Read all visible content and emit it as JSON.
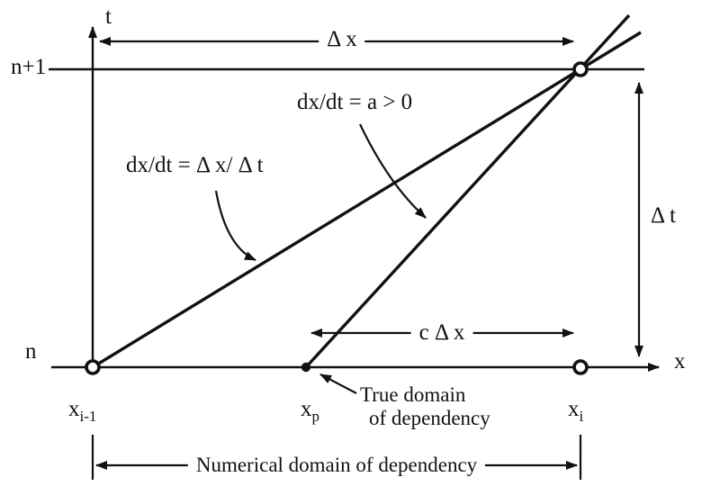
{
  "figure": {
    "axes": {
      "t_label": "t",
      "x_label": "x",
      "n_plus_1": "n+1",
      "n": "n"
    },
    "arrows": {
      "delta_x": "Δ x",
      "delta_t": "Δ t",
      "c_delta_x": "c Δ x"
    },
    "lines": {
      "true_characteristic": "dx/dt = a > 0",
      "numerical_characteristic": "dx/dt = Δ x/ Δ t"
    },
    "points": [
      {
        "base": "x",
        "sub": "i-1"
      },
      {
        "base": "x",
        "sub": "p"
      },
      {
        "base": "x",
        "sub": "i"
      }
    ],
    "notes": {
      "true_domain_line1": "True domain",
      "true_domain_line2": "of dependency",
      "numerical_domain": "Numerical domain of dependency"
    },
    "colors": {
      "ink": "#111111",
      "background": "#ffffff"
    }
  }
}
